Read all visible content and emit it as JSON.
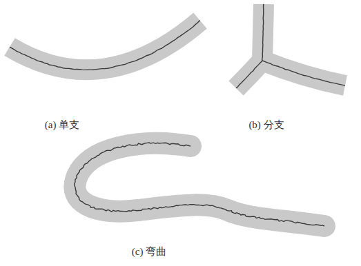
{
  "diagram": {
    "labels": [
      "(a) 单支",
      "(b) 分支",
      "(c) 弯曲"
    ]
  }
}
